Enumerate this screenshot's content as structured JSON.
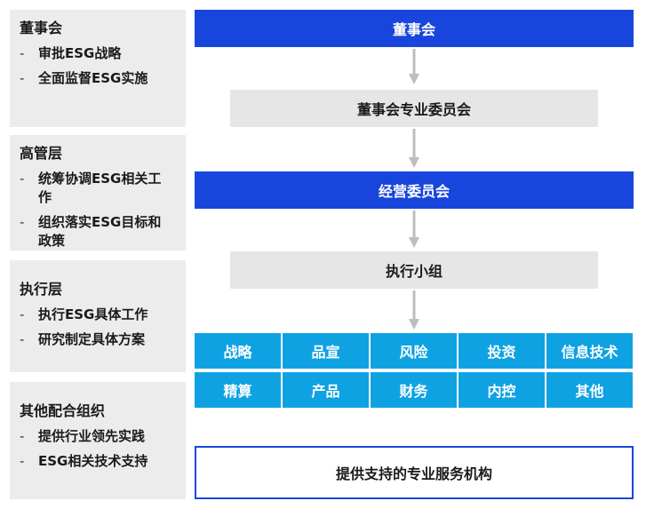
{
  "roles": [
    {
      "title": "董事会",
      "items": [
        "审批ESG战略",
        "全面监督ESG实施"
      ]
    },
    {
      "title": "高管层",
      "items": [
        "统筹协调ESG相关工作",
        "组织落实ESG目标和政策"
      ]
    },
    {
      "title": "执行层",
      "items": [
        "执行ESG具体工作",
        "研究制定具体方案"
      ]
    },
    {
      "title": "其他配合组织",
      "items": [
        "提供行业领先实践",
        "ESG相关技术支持"
      ]
    }
  ],
  "dash": "-",
  "flow": {
    "board": "董事会",
    "board_committee": "董事会专业委员会",
    "management_committee": "经营委员会",
    "working_group": "执行小组",
    "external": "提供支持的专业服务机构"
  },
  "functions": [
    [
      "战略",
      "品宣",
      "风险",
      "投资",
      "信息技术"
    ],
    [
      "精算",
      "产品",
      "财务",
      "内控",
      "其他"
    ]
  ],
  "colors": {
    "blue": "#1846dc",
    "gray": "#e6e6e6",
    "tile": "#0fa2e3",
    "panel": "#ececec",
    "arrow": "#bdbdbd"
  }
}
